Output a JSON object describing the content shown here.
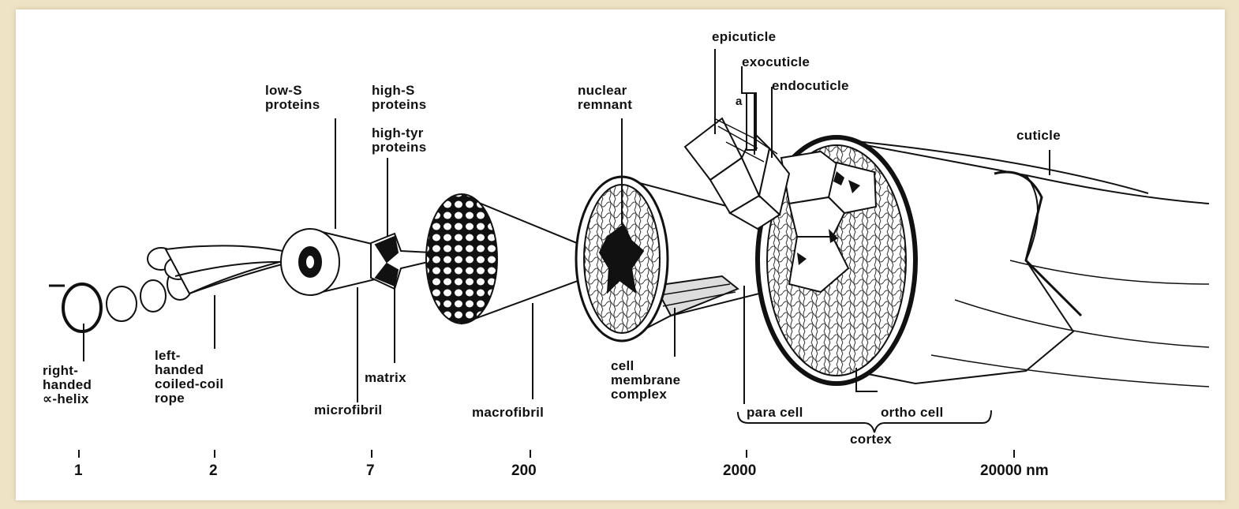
{
  "diagram": {
    "colors": {
      "background": "#efe3c6",
      "panel": "#ffffff",
      "ink": "#111111"
    },
    "labels": {
      "low_s": "low-S\nproteins",
      "high_s": "high-S\nproteins",
      "high_tyr": "high-tyr\nproteins",
      "nuclear_remnant": "nuclear\nremnant",
      "epicuticle": "epicuticle",
      "exocuticle": "exocuticle",
      "endocuticle": "endocuticle",
      "a": "a",
      "cuticle": "cuticle",
      "right_handed_helix": "right-\nhanded\n∝-helix",
      "coiled_coil": "left-\nhanded\ncoiled-coil\nrope",
      "matrix": "matrix",
      "microfibril": "microfibril",
      "macrofibril": "macrofibril",
      "cell_membrane_complex": "cell\nmembrane\ncomplex",
      "para_cell": "para cell",
      "ortho_cell": "ortho cell",
      "cortex": "cortex"
    },
    "scale": [
      "1",
      "2",
      "7",
      "200",
      "2000",
      "20000 nm"
    ]
  }
}
